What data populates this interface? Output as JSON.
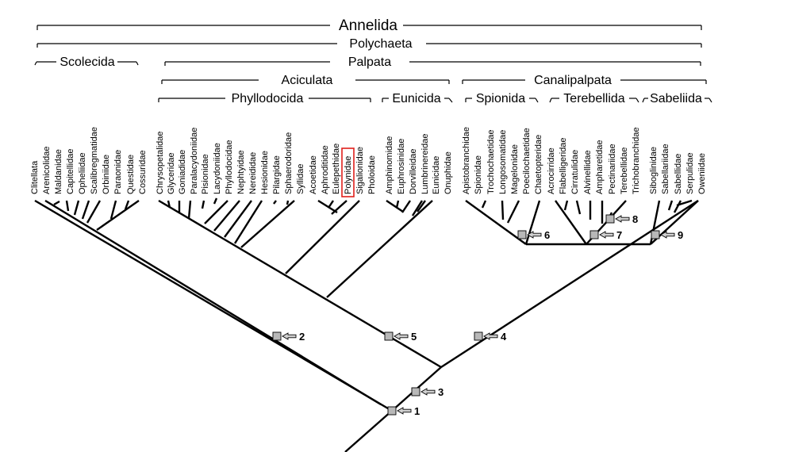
{
  "figure": {
    "groups": {
      "annelida": "Annelida",
      "polychaeta": "Polychaeta",
      "scolecida": "Scolecida",
      "palpata": "Palpata",
      "aciculata": "Aciculata",
      "canalipalpata": "Canalipalpata",
      "phyllodocida": "Phyllodocida",
      "eunicida": "Eunicida",
      "spionida": "Spionida",
      "terebellida": "Terebellida",
      "sabeliida": "Sabeliida"
    },
    "taxa": [
      "Clitellata",
      "Arenicolidae",
      "Maldanidae",
      "Capitellidae",
      "Opheliidae",
      "Scalibregmatidae",
      "Orbiniidae",
      "Paraonidae",
      "Questidae",
      "Cossuridae",
      "Chrysopetalidae",
      "Glyceridae",
      "Goniadidae",
      "Paralacydoniidae",
      "Pisionidae",
      "Lacydoniidae",
      "Phyllodocidae",
      "Nephtyidae",
      "Nereididae",
      "Hesionidae",
      "Pilargidae",
      "Sphaerodoridae",
      "Syllidae",
      "Acoetidae",
      "Aphroditidae",
      "Eulepethidae",
      "Polynidae",
      "Sigalionidae",
      "Pholoidae",
      "Amphinomidae",
      "Euphrosinidae",
      "Dorvilleidae",
      "Lumbrinereidae",
      "Eunicidae",
      "Onuphidae",
      "Apistobranchidae",
      "Spionidae",
      "Trochochaetidae",
      "Longosomatidae",
      "Magelonidae",
      "Poecilochaetidae",
      "Chaetopteridae",
      "Acrocirridae",
      "Flabelligeridae",
      "Cirratulidae",
      "Alvinellidae",
      "Ampharetidae",
      "Pectinariidae",
      "Terebellidae",
      "Trichobranchidae",
      "Siboglinidae",
      "Sabellariidae",
      "Sabellidae",
      "Serpulidae",
      "Oweniidae"
    ],
    "highlighted_taxon": "Polynidae",
    "highlight_color": "#e0201c",
    "node_marker_fill": "#b8b8b8",
    "node_labels": [
      "1",
      "2",
      "3",
      "4",
      "5",
      "6",
      "7",
      "8",
      "9"
    ]
  }
}
